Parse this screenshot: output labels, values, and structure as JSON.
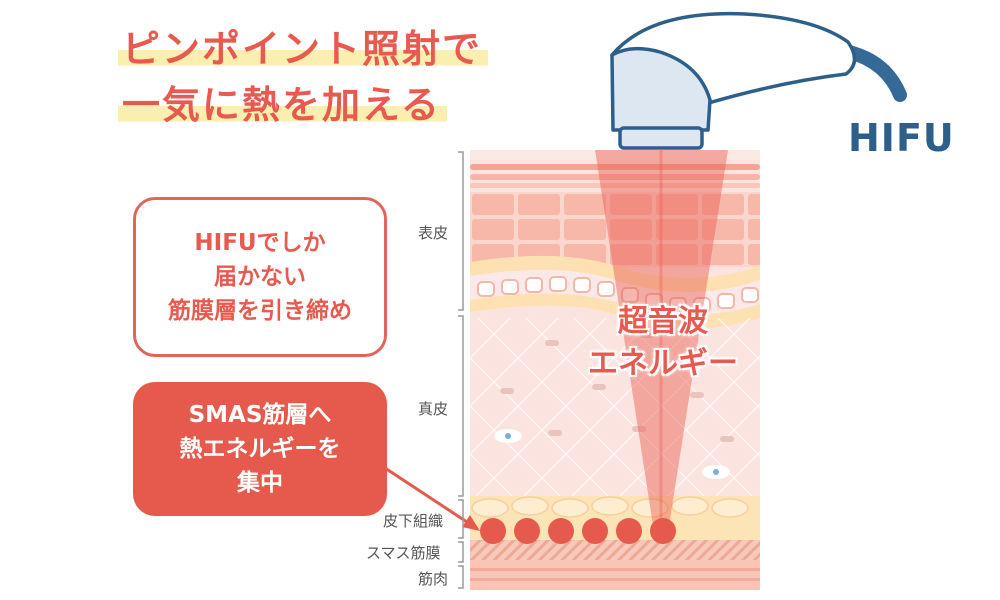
{
  "headline": {
    "line1": "ピンポイント照射で",
    "line2": "一気に熱を加える"
  },
  "device": {
    "label": "HIFU"
  },
  "callout_box_1": {
    "lines": [
      "HIFUでしか",
      "届かない",
      "筋膜層を引き締め"
    ]
  },
  "callout_box_2": {
    "lines": [
      "SMAS筋層へ",
      "熱エネルギーを",
      "集中"
    ]
  },
  "layers": {
    "epidermis": "表皮",
    "dermis": "真皮",
    "subcutaneous": "皮下組織",
    "smas": "スマス筋膜",
    "muscle": "筋肉"
  },
  "beam": {
    "line1": "超音波",
    "line2": "エネルギー"
  },
  "focus_point_count": 6,
  "colors": {
    "accent_red": "#e85a4f",
    "callout_fill": "#e55a4c",
    "brand_blue": "#2d5f8a",
    "highlight_yellow": "#fbefb0",
    "skin_pink": "#fbe3df"
  }
}
